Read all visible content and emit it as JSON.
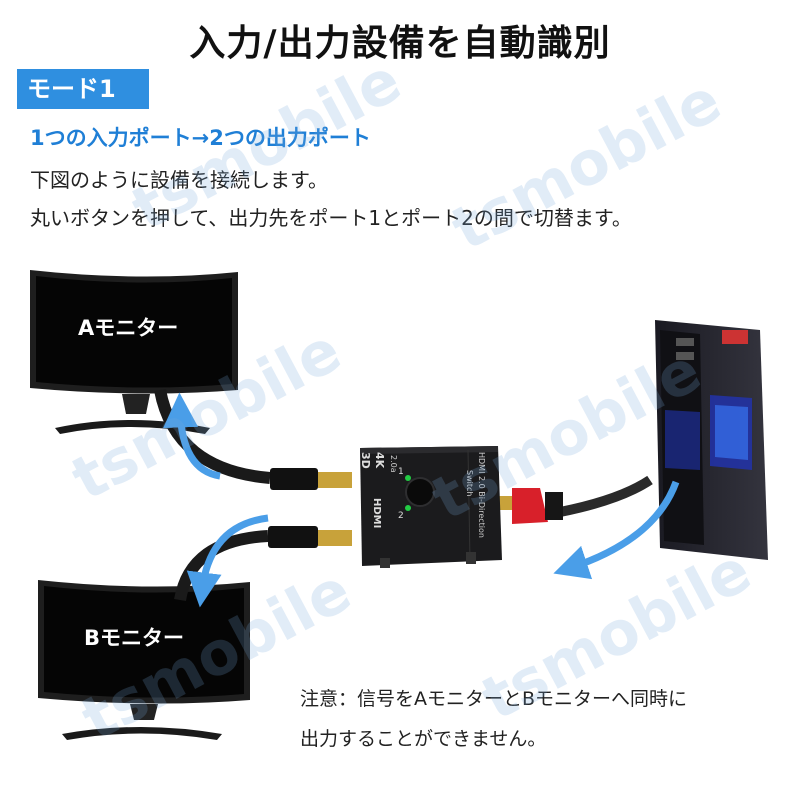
{
  "title": "入力/出力設備を自動識別",
  "mode_badge": "モード1",
  "subtitle": "1つの入力ポート→2つの出力ポート",
  "description": [
    "下図のように設備を接続します。",
    "丸いボタンを押して、出力先をポート1とポート2の間で切替ます。"
  ],
  "monitors": {
    "a_label": "Aモニター",
    "b_label": "Bモニター"
  },
  "switch_device": {
    "labels": [
      "3D",
      "4K",
      "2.0a",
      "HDMI",
      "HDMI 2.0 Bi-Direction",
      "Switch"
    ],
    "port_numbers": [
      "1",
      "2"
    ]
  },
  "note": [
    "注意：信号をAモニターとBモニターへ同時に",
    "出力することができません。"
  ],
  "watermark": "tsmobile",
  "colors": {
    "accent_blue": "#2f8fe0",
    "arrow_blue": "#4a9ee8",
    "subtitle_blue": "#1f7fd6",
    "cable_red": "#d8202a",
    "led_green": "#22cc44"
  }
}
